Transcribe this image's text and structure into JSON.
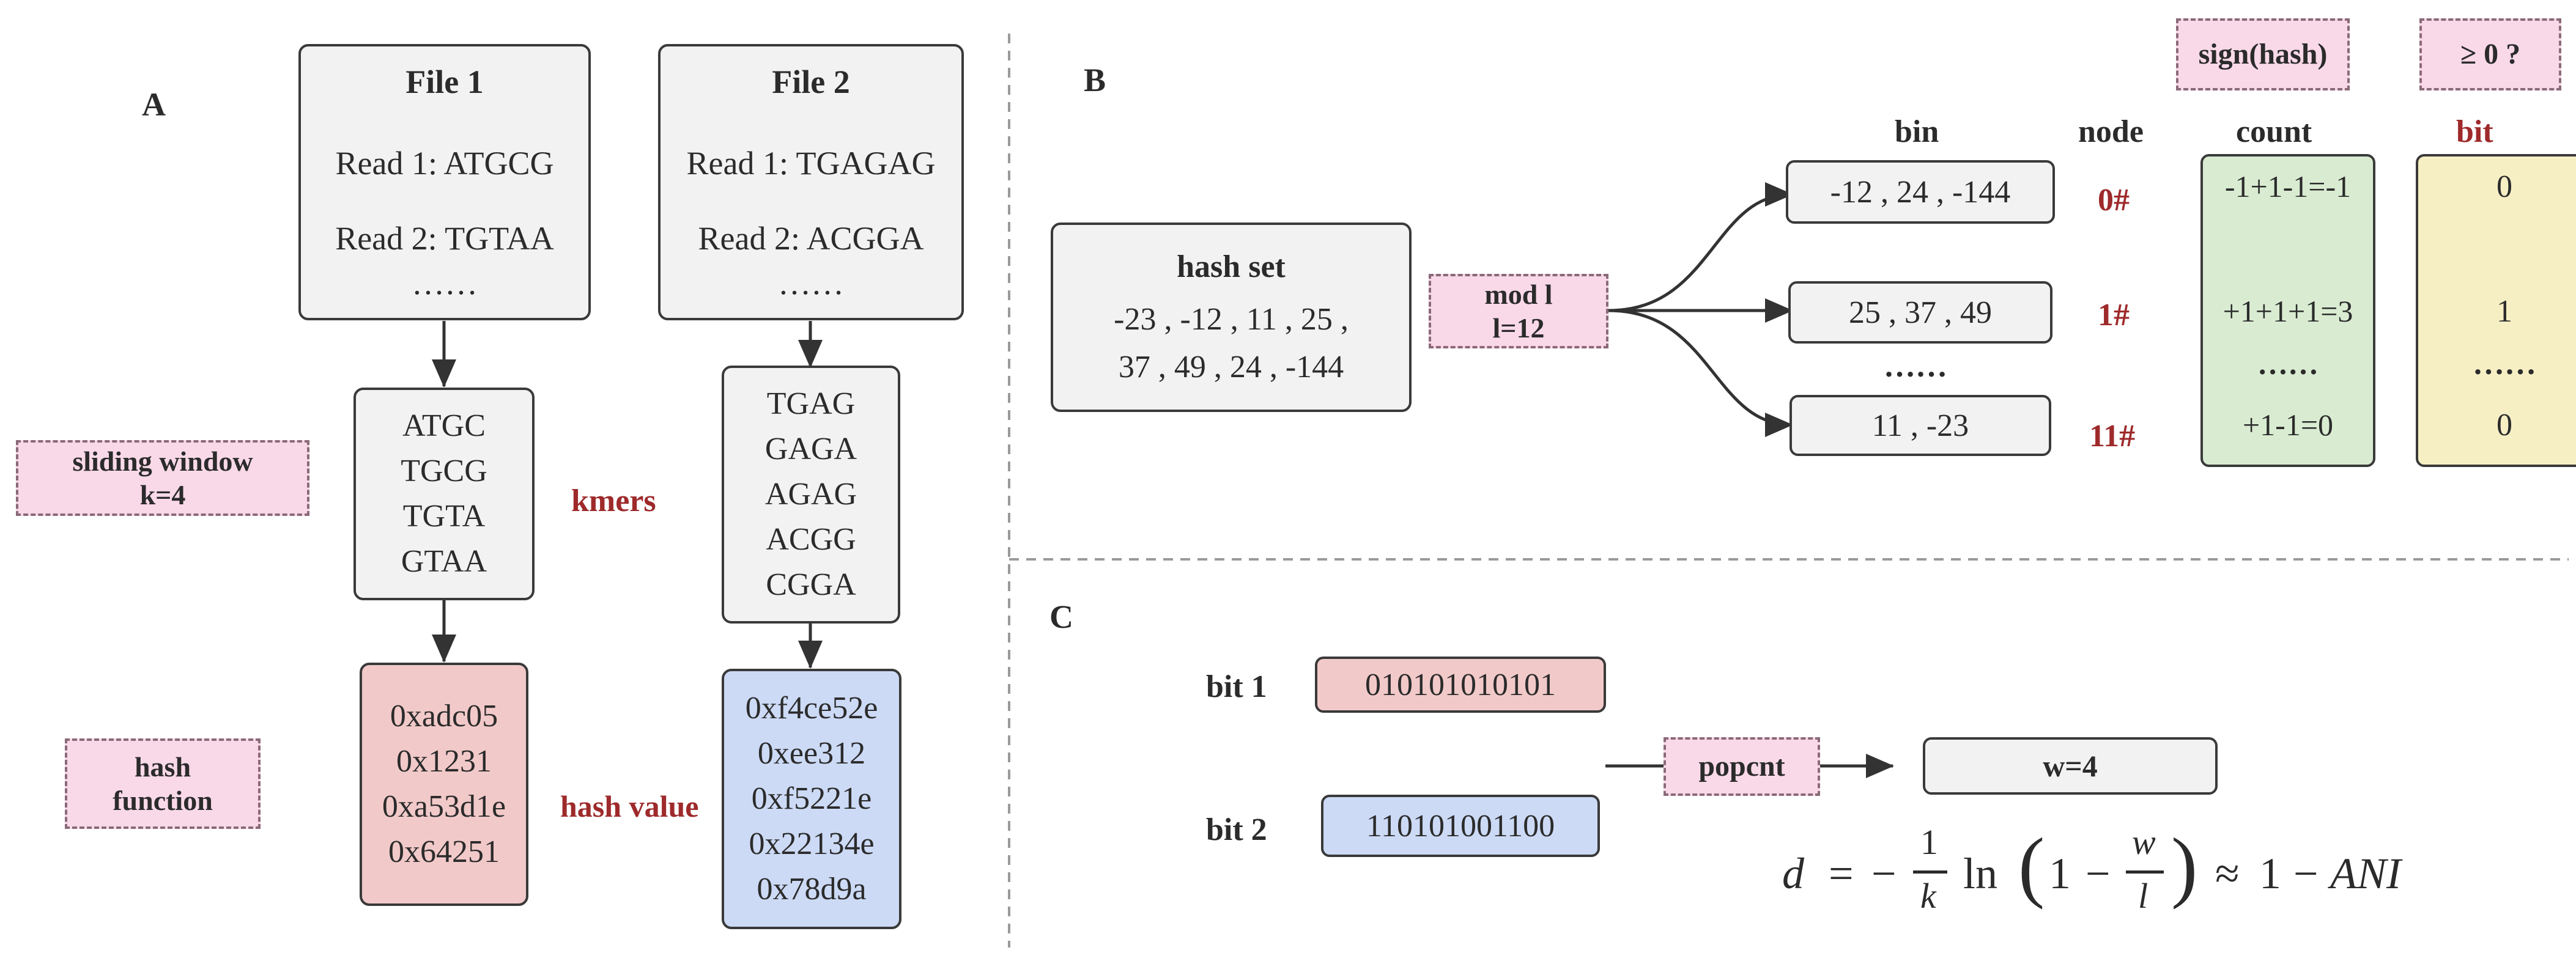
{
  "panelA": {
    "label": "A",
    "file1": {
      "title": "File 1",
      "read1_prefix": "Read 1: ",
      "read1_seq": "ATGCG",
      "read2": "Read 2: TGTAA",
      "ellipsis": "……"
    },
    "file2": {
      "title": "File 2",
      "read1_prefix": "Read 1: ",
      "read1_seq": "TGAGAG",
      "read2": "Read 2: ACGGA",
      "ellipsis": "……"
    },
    "sliding_window": {
      "line1": "sliding window",
      "line2": "k=4"
    },
    "kmers_label": "kmers",
    "kmers1": [
      "ATGC",
      "TGCG",
      "TGTA",
      "GTAA"
    ],
    "kmers2": [
      "TGAG",
      "GAGA",
      "AGAG",
      "ACGG",
      "CGGA"
    ],
    "hash_function": {
      "line1": "hash",
      "line2": "function"
    },
    "hash_value_label": "hash value",
    "hashes1": [
      "0xadc05",
      "0x1231",
      "0xa53d1e",
      "0x64251"
    ],
    "hashes2": [
      "0xf4ce52e",
      "0xee312",
      "0xf5221e",
      "0x22134e",
      "0x78d9a"
    ],
    "colors": {
      "hash1_fill": "#f2c9c9",
      "hash2_fill": "#ccdaf5"
    }
  },
  "panelB": {
    "label": "B",
    "hash_set": {
      "title": "hash set",
      "line1": "-23 , -12 , 11 , 25 ,",
      "line2": "37 , 49 , 24 , -144"
    },
    "mod": {
      "line1": "mod l",
      "line2": "l=12"
    },
    "headers": {
      "bin": "bin",
      "node": "node",
      "count": "count",
      "bit": "bit"
    },
    "sign_hash": "sign(hash)",
    "geq_zero": "≥ 0 ?",
    "rows": [
      {
        "bin": "-12 , 24 , -144",
        "node": "0#",
        "count": "-1+1-1=-1",
        "bit": "0"
      },
      {
        "bin": "25 , 37 , 49",
        "node": "1#",
        "count": "+1+1+1=3",
        "bit": "1"
      },
      {
        "bin": "11 , -23",
        "node": "11#",
        "count": "+1-1=0",
        "bit": "0"
      }
    ],
    "ellipsis": "……",
    "colors": {
      "count_fill": "#d9ecd2",
      "bit_fill": "#f7efc4"
    }
  },
  "panelC": {
    "label": "C",
    "bit1_label": "bit 1",
    "bit1_value": "010101010101",
    "bit2_label": "bit 2",
    "bit2_value": "110101001100",
    "popcnt": "popcnt",
    "w": "w=4",
    "formula": {
      "d": "d",
      "eq": "=",
      "minus": "−",
      "one": "1",
      "k": "k",
      "ln": "ln",
      "w": "w",
      "l": "l",
      "approx": "≈",
      "ani": "ANI"
    }
  }
}
